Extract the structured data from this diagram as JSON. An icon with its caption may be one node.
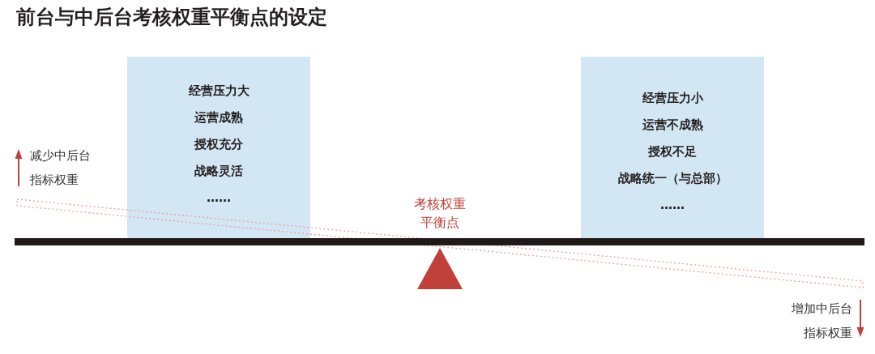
{
  "diagram": {
    "title": "前台与中后台考核权重平衡点的设定",
    "nodes": [
      {
        "text": [
          "经营压力大",
          "运营成熟",
          "授权充分",
          "战略灵活",
          "……"
        ]
      },
      {
        "text": [
          "经营压力小",
          "运营不成熟",
          "授权不足",
          "战略统一（与总部）",
          "……"
        ]
      }
    ],
    "labels": [
      "减少中后台指标权重",
      "考核权重平衡点",
      "增加中后台指标权重"
    ]
  }
}
